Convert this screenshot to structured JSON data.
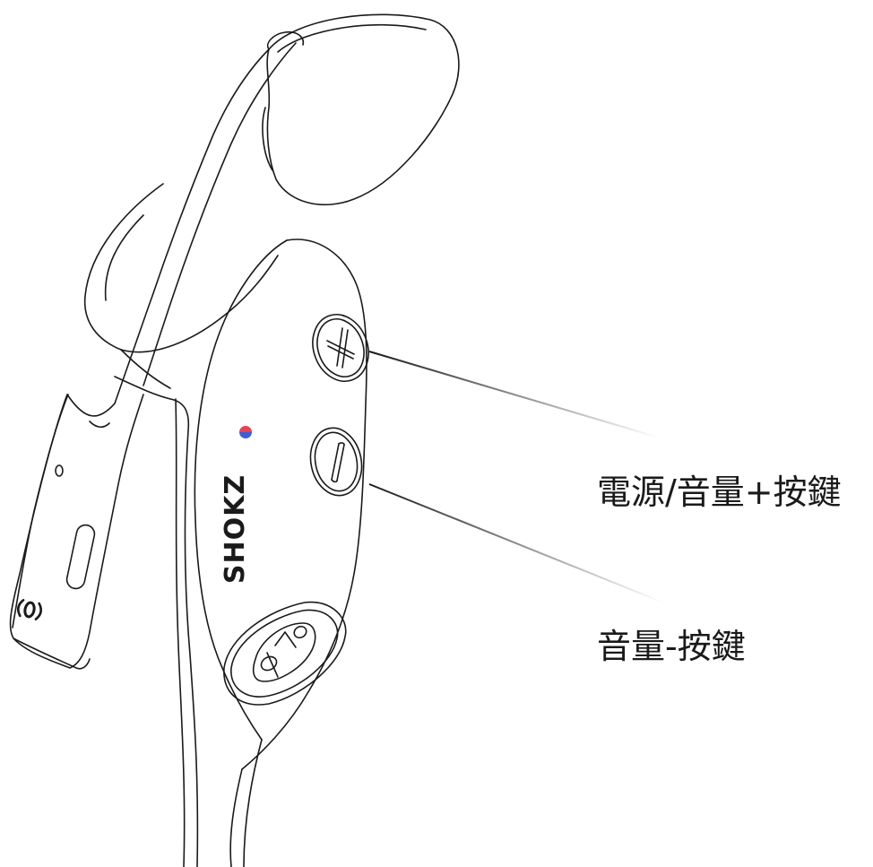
{
  "labels": {
    "power_volume_up": "電源/音量+按鍵",
    "volume_down": "音量-按鍵"
  },
  "brand": {
    "logo_text": "SHOKZ"
  },
  "colors": {
    "line": "#1a1a1a",
    "background": "#ffffff",
    "led_red": "#e8434f",
    "led_blue": "#3b5fd6"
  },
  "icons": {
    "plus_button": "plus-icon",
    "minus_button": "minus-icon",
    "multifunction_icon": "sound-wave-icon"
  }
}
